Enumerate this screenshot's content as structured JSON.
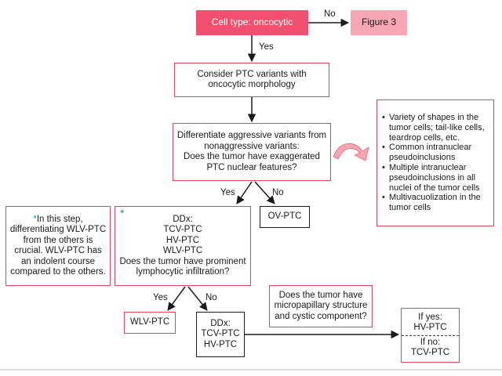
{
  "colors": {
    "accent": "#f0506e",
    "accent_light": "#f7a6b4",
    "border": "#e8415a",
    "teal": "#1a9aa0"
  },
  "nodes": {
    "cell_type": "Cell type: oncocytic",
    "figure3": "Figure 3",
    "consider": [
      "Consider PTC variants with",
      "oncocytic morphology"
    ],
    "differentiate": [
      "Differentiate aggressive variants from",
      "nonaggressive variants:",
      "Does the tumor have exaggerated",
      "PTC nuclear features?"
    ],
    "features": [
      "Variety of shapes in the tumor cells; tail-like cells, teardrop cells, etc.",
      "Common intranuclear pseudoinclusions",
      "Multiple intranuclear pseudoinclusions in all nuclei of the tumor cells",
      "Multivacuolization in the tumor cells"
    ],
    "note": [
      "In this step,",
      "differentiating WLV-PTC",
      "from the others is",
      "crucial. WLV-PTC has",
      "an indolent course",
      "compared to the others."
    ],
    "note_star": "*",
    "ddx1": [
      "DDx:",
      "TCV-PTC",
      "HV-PTC",
      "WLV-PTC",
      "Does the tumor have prominent",
      "lymphocytic infiltration?"
    ],
    "ddx1_star": "*",
    "ov_ptc": "OV-PTC",
    "wlv_ptc": "WLV-PTC",
    "ddx2": [
      "DDx:",
      "TCV-PTC",
      "HV-PTC"
    ],
    "micro": [
      "Does the tumor have",
      "micropapillary structure",
      "and cystic component?"
    ],
    "final_yes": [
      "If yes:",
      "HV-PTC"
    ],
    "final_no": [
      "If no:",
      "TCV-PTC"
    ]
  },
  "labels": {
    "no": "No",
    "yes": "Yes"
  }
}
